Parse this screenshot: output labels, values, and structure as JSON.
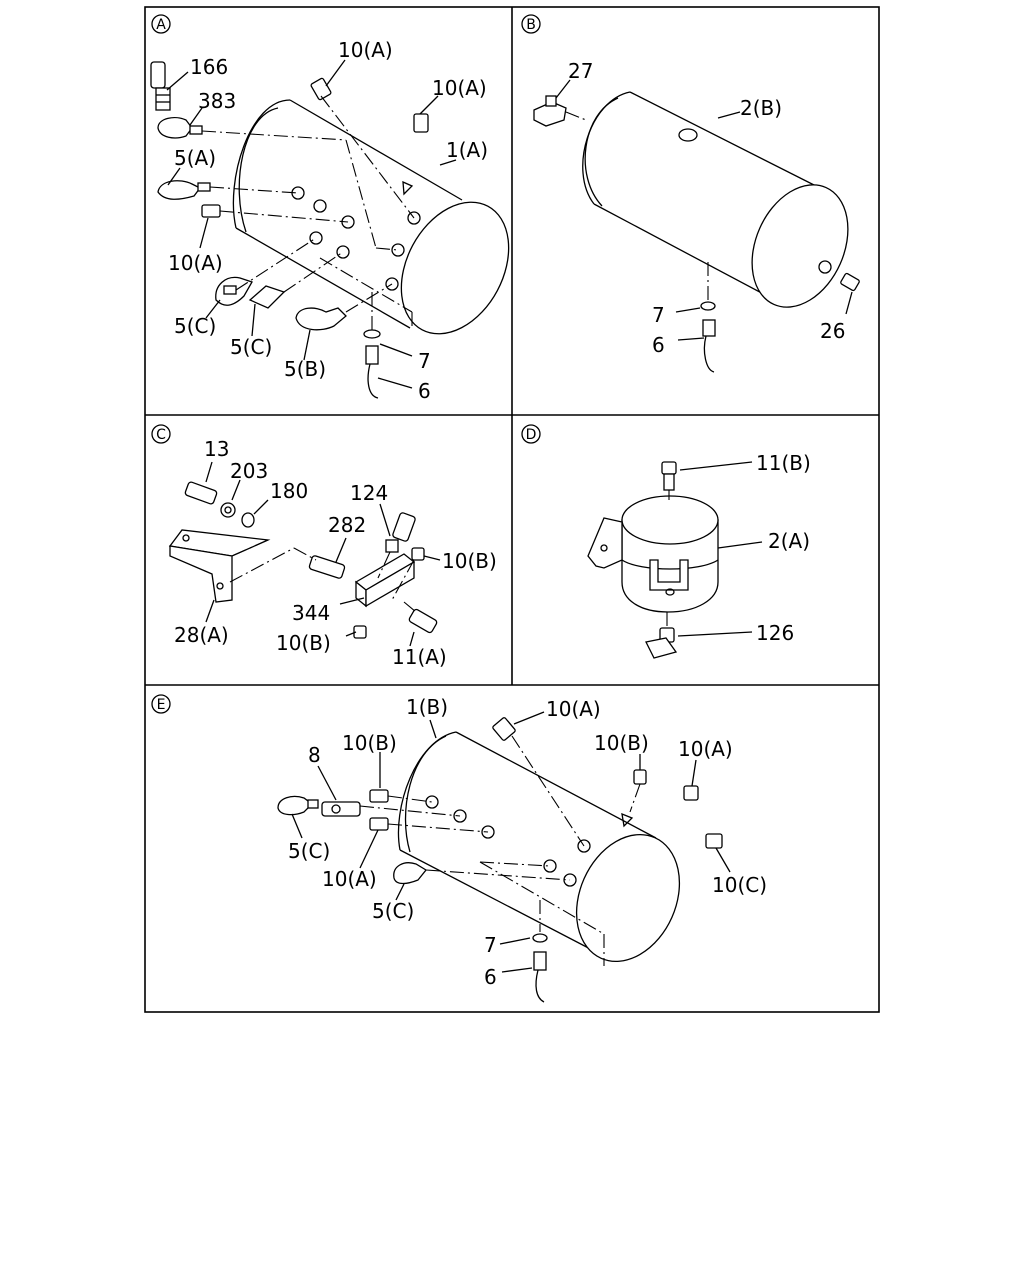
{
  "sections": {
    "A": {
      "marker": "A",
      "labels": {
        "p166": "166",
        "p383": "383",
        "p10a_1": "10(A)",
        "p10a_2": "10(A)",
        "p1a": "1(A)",
        "p5a": "5(A)",
        "p10a_3": "10(A)",
        "p5c_1": "5(C)",
        "p5c_2": "5(C)",
        "p5b": "5(B)",
        "p7": "7",
        "p6": "6"
      }
    },
    "B": {
      "marker": "B",
      "labels": {
        "p27": "27",
        "p2b": "2(B)",
        "p7": "7",
        "p6": "6",
        "p26": "26"
      }
    },
    "C": {
      "marker": "C",
      "labels": {
        "p13": "13",
        "p203": "203",
        "p180": "180",
        "p124": "124",
        "p282": "282",
        "p10b_1": "10(B)",
        "p344": "344",
        "p28a": "28(A)",
        "p10b_2": "10(B)",
        "p11a": "11(A)"
      }
    },
    "D": {
      "marker": "D",
      "labels": {
        "p11b": "11(B)",
        "p2a": "2(A)",
        "p126": "126"
      }
    },
    "E": {
      "marker": "E",
      "labels": {
        "p1b": "1(B)",
        "p10a_1": "10(A)",
        "p8": "8",
        "p10b_1": "10(B)",
        "p10b_2": "10(B)",
        "p10a_2": "10(A)",
        "p5c_1": "5(C)",
        "p10a_3": "10(A)",
        "p10c": "10(C)",
        "p5c_2": "5(C)",
        "p7": "7",
        "p6": "6"
      }
    }
  }
}
